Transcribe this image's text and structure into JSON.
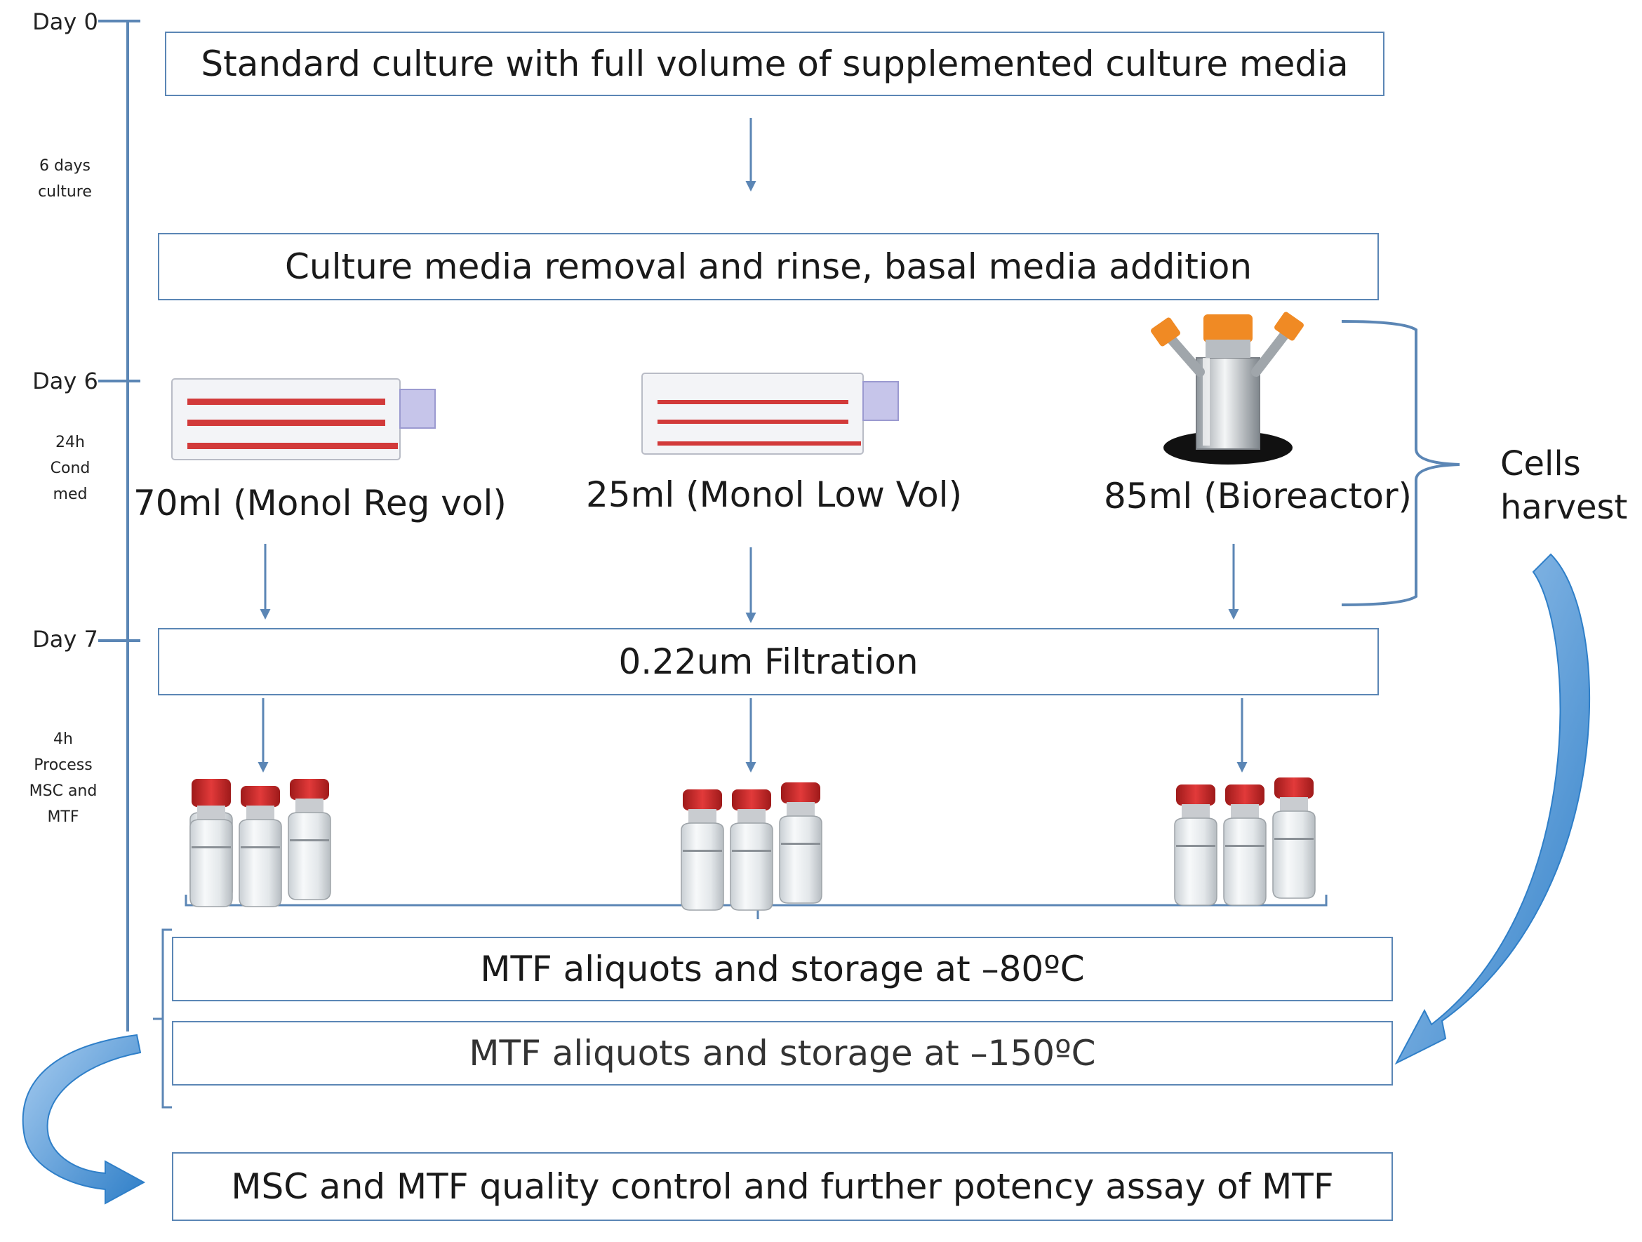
{
  "timeline": {
    "day0": "Day 0",
    "note1": [
      "6 days",
      "culture"
    ],
    "day6": "Day 6",
    "note2": [
      "24h",
      "Cond",
      "med"
    ],
    "day7": "Day 7",
    "note3": [
      "4h",
      "Process",
      "MSC and",
      "MTF"
    ]
  },
  "steps": {
    "standard_culture": "Standard culture with full volume of supplemented culture media",
    "media_removal": "Culture media removal and rinse, basal media addition",
    "filtration": "0.22um Filtration",
    "storage_80": "MTF aliquots and storage at –80ºC",
    "storage_150": "MTF aliquots and storage at –150ºC",
    "quality_control": "MSC  and MTF quality control and further potency assay of MTF"
  },
  "conditions": {
    "reg_vol": "70ml (Monol Reg vol)",
    "low_vol": "25ml (Monol Low Vol)",
    "bioreactor": "85ml (Bioreactor)"
  },
  "side": {
    "cells_harvest": [
      "Cells",
      "harvest"
    ]
  },
  "colors": {
    "line": "#5b86b5",
    "arrow": "#3d86c9",
    "flask_stripe": "#d23a3a",
    "vial_cap": "#cc2a2a",
    "bioreactor_cap": "#f08a24"
  },
  "icons": [
    "culture-flask-icon",
    "bioreactor-icon",
    "vial-icon"
  ]
}
